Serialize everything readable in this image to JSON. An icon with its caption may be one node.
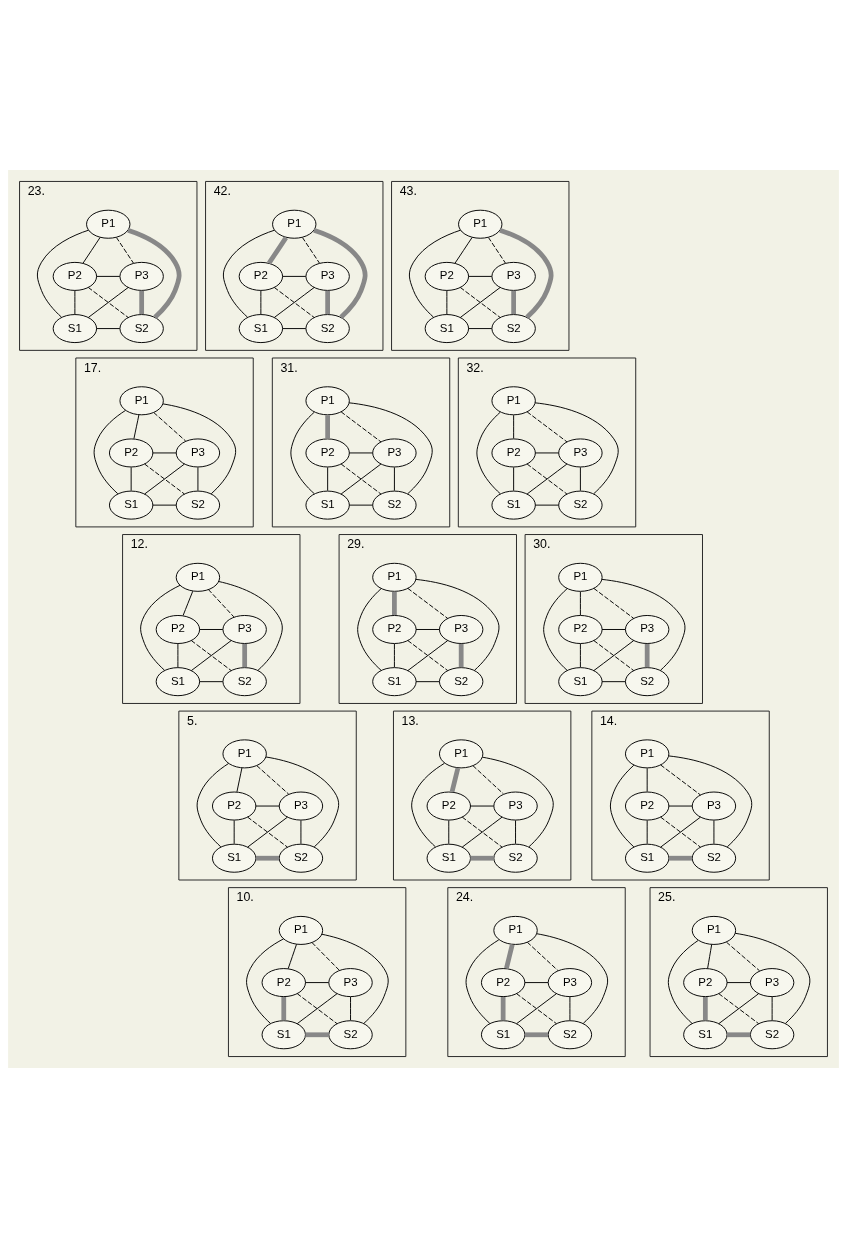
{
  "diagram": {
    "nodes": [
      {
        "text": [
          "23."
        ]
      },
      {
        "text": [
          "P1"
        ],
        "in": 0
      },
      {
        "text": [
          "P2"
        ],
        "in": 0
      },
      {
        "text": [
          "P3"
        ],
        "in": 0
      },
      {
        "text": [
          "S1"
        ],
        "in": 0
      },
      {
        "text": [
          "S2"
        ],
        "in": 0
      },
      {
        "text": [
          "42."
        ]
      },
      {
        "text": [
          "P1"
        ],
        "in": 6
      },
      {
        "text": [
          "P2"
        ],
        "in": 6
      },
      {
        "text": [
          "P3"
        ],
        "in": 6
      },
      {
        "text": [
          "S1"
        ],
        "in": 6
      },
      {
        "text": [
          "S2"
        ],
        "in": 6
      },
      {
        "text": [
          "43."
        ]
      },
      {
        "text": [
          "P1"
        ],
        "in": 12
      },
      {
        "text": [
          "P2"
        ],
        "in": 12
      },
      {
        "text": [
          "P3"
        ],
        "in": 12
      },
      {
        "text": [
          "S1"
        ],
        "in": 12
      },
      {
        "text": [
          "S2"
        ],
        "in": 12
      },
      {
        "text": [
          "17."
        ]
      },
      {
        "text": [
          "P1"
        ],
        "in": 18
      },
      {
        "text": [
          "P2"
        ],
        "in": 18
      },
      {
        "text": [
          "P3"
        ],
        "in": 18
      },
      {
        "text": [
          "S1"
        ],
        "in": 18
      },
      {
        "text": [
          "S2"
        ],
        "in": 18
      },
      {
        "text": [
          "31."
        ]
      },
      {
        "text": [
          "P1"
        ],
        "in": 24
      },
      {
        "text": [
          "P2"
        ],
        "in": 24
      },
      {
        "text": [
          "P3"
        ],
        "in": 24
      },
      {
        "text": [
          "S1"
        ],
        "in": 24
      },
      {
        "text": [
          "S2"
        ],
        "in": 24
      },
      {
        "text": [
          "32."
        ]
      },
      {
        "text": [
          "P1"
        ],
        "in": 30
      },
      {
        "text": [
          "P2"
        ],
        "in": 30
      },
      {
        "text": [
          "P3"
        ],
        "in": 30
      },
      {
        "text": [
          "S1"
        ],
        "in": 30
      },
      {
        "text": [
          "S2"
        ],
        "in": 30
      },
      {
        "text": [
          "12."
        ]
      },
      {
        "text": [
          "P1"
        ],
        "in": 36
      },
      {
        "text": [
          "P2"
        ],
        "in": 36
      },
      {
        "text": [
          "P3"
        ],
        "in": 36
      },
      {
        "text": [
          "S1"
        ],
        "in": 36
      },
      {
        "text": [
          "S2"
        ],
        "in": 36
      },
      {
        "text": [
          "29."
        ]
      },
      {
        "text": [
          "P1"
        ],
        "in": 42
      },
      {
        "text": [
          "P2"
        ],
        "in": 42
      },
      {
        "text": [
          "P3"
        ],
        "in": 42
      },
      {
        "text": [
          "S1"
        ],
        "in": 42
      },
      {
        "text": [
          "S2"
        ],
        "in": 42
      },
      {
        "text": [
          "30."
        ]
      },
      {
        "text": [
          "P1"
        ],
        "in": 48
      },
      {
        "text": [
          "P2"
        ],
        "in": 48
      },
      {
        "text": [
          "P3"
        ],
        "in": 48
      },
      {
        "text": [
          "S1"
        ],
        "in": 48
      },
      {
        "text": [
          "S2"
        ],
        "in": 48
      },
      {
        "text": [
          "5."
        ]
      },
      {
        "text": [
          "P1"
        ],
        "in": 54
      },
      {
        "text": [
          "P2"
        ],
        "in": 54
      },
      {
        "text": [
          "P3"
        ],
        "in": 54
      },
      {
        "text": [
          "S1"
        ],
        "in": 54
      },
      {
        "text": [
          "S2"
        ],
        "in": 54
      },
      {
        "text": [
          "13."
        ]
      },
      {
        "text": [
          "P1"
        ],
        "in": 60
      },
      {
        "text": [
          "P2"
        ],
        "in": 60
      },
      {
        "text": [
          "P3"
        ],
        "in": 60
      },
      {
        "text": [
          "S1"
        ],
        "in": 60
      },
      {
        "text": [
          "S2"
        ],
        "in": 60
      },
      {
        "text": [
          "14."
        ]
      },
      {
        "text": [
          "P1"
        ],
        "in": 66
      },
      {
        "text": [
          "P2"
        ],
        "in": 66
      },
      {
        "text": [
          "P3"
        ],
        "in": 66
      },
      {
        "text": [
          "S1"
        ],
        "in": 66
      },
      {
        "text": [
          "S2"
        ],
        "in": 66
      },
      {
        "text": [
          "10."
        ]
      },
      {
        "text": [
          "P1"
        ],
        "in": 72
      },
      {
        "text": [
          "P2"
        ],
        "in": 72
      },
      {
        "text": [
          "P3"
        ],
        "in": 72
      },
      {
        "text": [
          "S1"
        ],
        "in": 72
      },
      {
        "text": [
          "S2"
        ],
        "in": 72
      },
      {
        "text": [
          "24."
        ]
      },
      {
        "text": [
          "P1"
        ],
        "in": 78
      },
      {
        "text": [
          "P2"
        ],
        "in": 78
      },
      {
        "text": [
          "P3"
        ],
        "in": 78
      },
      {
        "text": [
          "S1"
        ],
        "in": 78
      },
      {
        "text": [
          "S2"
        ],
        "in": 78
      },
      {
        "text": [
          "25."
        ]
      },
      {
        "text": [
          "P1"
        ],
        "in": 84
      },
      {
        "text": [
          "P2"
        ],
        "in": 84
      },
      {
        "text": [
          "P3"
        ],
        "in": 84
      },
      {
        "text": [
          "S1"
        ],
        "in": 84
      },
      {
        "text": [
          "S2"
        ],
        "in": 84
      }
    ],
    "edges": [
      {
        "from": 1,
        "to": 2,
        "arrow": "none"
      },
      {
        "from": 1,
        "to": 3,
        "arrow": "none",
        "style": "dashed"
      },
      {
        "from": 1,
        "to": 4,
        "arrow": "none"
      },
      {
        "from": 1,
        "to": 5,
        "arrow": "none",
        "style": "thick",
        "color": "#888888"
      },
      {
        "from": 2,
        "to": 3,
        "arrow": "none"
      },
      {
        "from": 2,
        "to": 4,
        "arrow": "none"
      },
      {
        "from": 2,
        "to": 5,
        "arrow": "none",
        "style": "dashed"
      },
      {
        "from": 3,
        "to": 4,
        "arrow": "none"
      },
      {
        "from": 3,
        "to": 5,
        "arrow": "none",
        "style": "thick",
        "color": "#888888"
      },
      {
        "from": 4,
        "to": 5,
        "arrow": "none"
      },
      {
        "from": 7,
        "to": 8,
        "arrow": "none",
        "style": "thick",
        "color": "#888888"
      },
      {
        "from": 7,
        "to": 9,
        "arrow": "none",
        "style": "dashed"
      },
      {
        "from": 7,
        "to": 10,
        "arrow": "none"
      },
      {
        "from": 7,
        "to": 11,
        "arrow": "none",
        "style": "thick",
        "color": "#888888"
      },
      {
        "from": 8,
        "to": 9,
        "arrow": "none"
      },
      {
        "from": 8,
        "to": 10,
        "arrow": "none"
      },
      {
        "from": 8,
        "to": 11,
        "arrow": "none",
        "style": "dashed"
      },
      {
        "from": 9,
        "to": 10,
        "arrow": "none"
      },
      {
        "from": 9,
        "to": 11,
        "arrow": "none",
        "style": "thick",
        "color": "#888888"
      },
      {
        "from": 10,
        "to": 11,
        "arrow": "none"
      },
      {
        "from": 13,
        "to": 14,
        "arrow": "none"
      },
      {
        "from": 13,
        "to": 15,
        "arrow": "none",
        "style": "dashed"
      },
      {
        "from": 13,
        "to": 16,
        "arrow": "none"
      },
      {
        "from": 13,
        "to": 17,
        "arrow": "none",
        "style": "thick",
        "color": "#888888"
      },
      {
        "from": 14,
        "to": 15,
        "arrow": "none"
      },
      {
        "from": 14,
        "to": 16,
        "arrow": "none"
      },
      {
        "from": 14,
        "to": 17,
        "arrow": "none",
        "style": "dashed"
      },
      {
        "from": 15,
        "to": 16,
        "arrow": "none"
      },
      {
        "from": 15,
        "to": 17,
        "arrow": "none",
        "style": "thick",
        "color": "#888888"
      },
      {
        "from": 16,
        "to": 17,
        "arrow": "none"
      },
      {
        "from": 19,
        "to": 20,
        "arrow": "none"
      },
      {
        "from": 19,
        "to": 21,
        "arrow": "none",
        "style": "dashed"
      },
      {
        "from": 19,
        "to": 22,
        "arrow": "none"
      },
      {
        "from": 19,
        "to": 23,
        "arrow": "none"
      },
      {
        "from": 20,
        "to": 21,
        "arrow": "none"
      },
      {
        "from": 20,
        "to": 22,
        "arrow": "none"
      },
      {
        "from": 20,
        "to": 23,
        "arrow": "none",
        "style": "dashed"
      },
      {
        "from": 21,
        "to": 22,
        "arrow": "none"
      },
      {
        "from": 21,
        "to": 23,
        "arrow": "none"
      },
      {
        "from": 22,
        "to": 23,
        "arrow": "none"
      },
      {
        "from": 25,
        "to": 26,
        "arrow": "none",
        "style": "thick",
        "color": "#888888"
      },
      {
        "from": 25,
        "to": 27,
        "arrow": "none",
        "style": "dashed"
      },
      {
        "from": 25,
        "to": 28,
        "arrow": "none"
      },
      {
        "from": 25,
        "to": 29,
        "arrow": "none"
      },
      {
        "from": 26,
        "to": 27,
        "arrow": "none"
      },
      {
        "from": 26,
        "to": 28,
        "arrow": "none"
      },
      {
        "from": 26,
        "to": 29,
        "arrow": "none",
        "style": "dashed"
      },
      {
        "from": 27,
        "to": 28,
        "arrow": "none"
      },
      {
        "from": 27,
        "to": 29,
        "arrow": "none"
      },
      {
        "from": 28,
        "to": 29,
        "arrow": "none"
      },
      {
        "from": 31,
        "to": 32,
        "arrow": "none"
      },
      {
        "from": 31,
        "to": 33,
        "arrow": "none",
        "style": "dashed"
      },
      {
        "from": 31,
        "to": 34,
        "arrow": "none"
      },
      {
        "from": 31,
        "to": 35,
        "arrow": "none"
      },
      {
        "from": 32,
        "to": 33,
        "arrow": "none"
      },
      {
        "from": 32,
        "to": 34,
        "arrow": "none"
      },
      {
        "from": 32,
        "to": 35,
        "arrow": "none",
        "style": "dashed"
      },
      {
        "from": 33,
        "to": 34,
        "arrow": "none"
      },
      {
        "from": 33,
        "to": 35,
        "arrow": "none"
      },
      {
        "from": 34,
        "to": 35,
        "arrow": "none"
      },
      {
        "from": 37,
        "to": 38,
        "arrow": "none"
      },
      {
        "from": 37,
        "to": 39,
        "arrow": "none",
        "style": "dashed"
      },
      {
        "from": 37,
        "to": 40,
        "arrow": "none"
      },
      {
        "from": 37,
        "to": 41,
        "arrow": "none"
      },
      {
        "from": 38,
        "to": 39,
        "arrow": "none"
      },
      {
        "from": 38,
        "to": 40,
        "arrow": "none"
      },
      {
        "from": 38,
        "to": 41,
        "arrow": "none",
        "style": "dashed"
      },
      {
        "from": 39,
        "to": 40,
        "arrow": "none"
      },
      {
        "from": 39,
        "to": 41,
        "arrow": "none",
        "style": "thick",
        "color": "#888888"
      },
      {
        "from": 40,
        "to": 41,
        "arrow": "none"
      },
      {
        "from": 43,
        "to": 44,
        "arrow": "none",
        "style": "thick",
        "color": "#888888"
      },
      {
        "from": 43,
        "to": 45,
        "arrow": "none",
        "style": "dashed"
      },
      {
        "from": 43,
        "to": 46,
        "arrow": "none"
      },
      {
        "from": 43,
        "to": 47,
        "arrow": "none"
      },
      {
        "from": 44,
        "to": 45,
        "arrow": "none"
      },
      {
        "from": 44,
        "to": 46,
        "arrow": "none"
      },
      {
        "from": 44,
        "to": 47,
        "arrow": "none",
        "style": "dashed"
      },
      {
        "from": 45,
        "to": 46,
        "arrow": "none"
      },
      {
        "from": 45,
        "to": 47,
        "arrow": "none",
        "style": "thick",
        "color": "#888888"
      },
      {
        "from": 46,
        "to": 47,
        "arrow": "none"
      },
      {
        "from": 49,
        "to": 50,
        "arrow": "none"
      },
      {
        "from": 49,
        "to": 51,
        "arrow": "none",
        "style": "dashed"
      },
      {
        "from": 49,
        "to": 52,
        "arrow": "none"
      },
      {
        "from": 49,
        "to": 53,
        "arrow": "none"
      },
      {
        "from": 50,
        "to": 51,
        "arrow": "none"
      },
      {
        "from": 50,
        "to": 52,
        "arrow": "none"
      },
      {
        "from": 50,
        "to": 53,
        "arrow": "none",
        "style": "dashed"
      },
      {
        "from": 51,
        "to": 52,
        "arrow": "none"
      },
      {
        "from": 51,
        "to": 53,
        "arrow": "none",
        "style": "thick",
        "color": "#888888"
      },
      {
        "from": 52,
        "to": 53,
        "arrow": "none"
      },
      {
        "from": 55,
        "to": 56,
        "arrow": "none"
      },
      {
        "from": 55,
        "to": 57,
        "arrow": "none",
        "style": "dashed"
      },
      {
        "from": 55,
        "to": 58,
        "arrow": "none"
      },
      {
        "from": 55,
        "to": 59,
        "arrow": "none"
      },
      {
        "from": 56,
        "to": 57,
        "arrow": "none"
      },
      {
        "from": 56,
        "to": 58,
        "arrow": "none"
      },
      {
        "from": 56,
        "to": 59,
        "arrow": "none",
        "style": "dashed"
      },
      {
        "from": 57,
        "to": 58,
        "arrow": "none"
      },
      {
        "from": 57,
        "to": 59,
        "arrow": "none"
      },
      {
        "from": 58,
        "to": 59,
        "arrow": "none",
        "style": "thick",
        "color": "#888888"
      },
      {
        "from": 61,
        "to": 62,
        "arrow": "none",
        "style": "thick",
        "color": "#888888"
      },
      {
        "from": 61,
        "to": 63,
        "arrow": "none",
        "style": "dashed"
      },
      {
        "from": 61,
        "to": 64,
        "arrow": "none"
      },
      {
        "from": 61,
        "to": 65,
        "arrow": "none"
      },
      {
        "from": 62,
        "to": 63,
        "arrow": "none"
      },
      {
        "from": 62,
        "to": 64,
        "arrow": "none"
      },
      {
        "from": 62,
        "to": 65,
        "arrow": "none",
        "style": "dashed"
      },
      {
        "from": 63,
        "to": 64,
        "arrow": "none"
      },
      {
        "from": 63,
        "to": 65,
        "arrow": "none"
      },
      {
        "from": 64,
        "to": 65,
        "arrow": "none",
        "style": "thick",
        "color": "#888888"
      },
      {
        "from": 67,
        "to": 68,
        "arrow": "none"
      },
      {
        "from": 67,
        "to": 69,
        "arrow": "none",
        "style": "dashed"
      },
      {
        "from": 67,
        "to": 70,
        "arrow": "none"
      },
      {
        "from": 67,
        "to": 71,
        "arrow": "none"
      },
      {
        "from": 68,
        "to": 69,
        "arrow": "none"
      },
      {
        "from": 68,
        "to": 70,
        "arrow": "none"
      },
      {
        "from": 68,
        "to": 71,
        "arrow": "none",
        "style": "dashed"
      },
      {
        "from": 69,
        "to": 70,
        "arrow": "none"
      },
      {
        "from": 69,
        "to": 71,
        "arrow": "none"
      },
      {
        "from": 70,
        "to": 71,
        "arrow": "none",
        "style": "thick",
        "color": "#888888"
      },
      {
        "from": 73,
        "to": 74,
        "arrow": "none"
      },
      {
        "from": 73,
        "to": 75,
        "arrow": "none",
        "style": "dashed"
      },
      {
        "from": 73,
        "to": 76,
        "arrow": "none"
      },
      {
        "from": 73,
        "to": 77,
        "arrow": "none"
      },
      {
        "from": 74,
        "to": 75,
        "arrow": "none"
      },
      {
        "from": 74,
        "to": 76,
        "arrow": "none",
        "style": "thick",
        "color": "#888888"
      },
      {
        "from": 74,
        "to": 77,
        "arrow": "none",
        "style": "dashed"
      },
      {
        "from": 75,
        "to": 76,
        "arrow": "none"
      },
      {
        "from": 75,
        "to": 77,
        "arrow": "none"
      },
      {
        "from": 76,
        "to": 77,
        "arrow": "none",
        "style": "thick",
        "color": "#888888"
      },
      {
        "from": 79,
        "to": 80,
        "arrow": "none",
        "style": "thick",
        "color": "#888888"
      },
      {
        "from": 79,
        "to": 81,
        "arrow": "none",
        "style": "dashed"
      },
      {
        "from": 79,
        "to": 82,
        "arrow": "none"
      },
      {
        "from": 79,
        "to": 83,
        "arrow": "none"
      },
      {
        "from": 80,
        "to": 81,
        "arrow": "none"
      },
      {
        "from": 80,
        "to": 82,
        "arrow": "none",
        "style": "thick",
        "color": "#888888"
      },
      {
        "from": 80,
        "to": 83,
        "arrow": "none",
        "style": "dashed"
      },
      {
        "from": 81,
        "to": 82,
        "arrow": "none"
      },
      {
        "from": 81,
        "to": 83,
        "arrow": "none"
      },
      {
        "from": 82,
        "to": 83,
        "arrow": "none",
        "style": "thick",
        "color": "#888888"
      },
      {
        "from": 85,
        "to": 86,
        "arrow": "none"
      },
      {
        "from": 85,
        "to": 87,
        "arrow": "none",
        "style": "dashed"
      },
      {
        "from": 85,
        "to": 88,
        "arrow": "none"
      },
      {
        "from": 85,
        "to": 89,
        "arrow": "none"
      },
      {
        "from": 86,
        "to": 87,
        "arrow": "none"
      },
      {
        "from": 86,
        "to": 88,
        "arrow": "none",
        "style": "thick",
        "color": "#888888"
      },
      {
        "from": 86,
        "to": 89,
        "arrow": "none",
        "style": "dashed"
      },
      {
        "from": 87,
        "to": 88,
        "arrow": "none"
      },
      {
        "from": 87,
        "to": 89,
        "arrow": "none"
      },
      {
        "from": 88,
        "to": 89,
        "arrow": "none",
        "style": "thick",
        "color": "#888888"
      }
    ]
  }
}
